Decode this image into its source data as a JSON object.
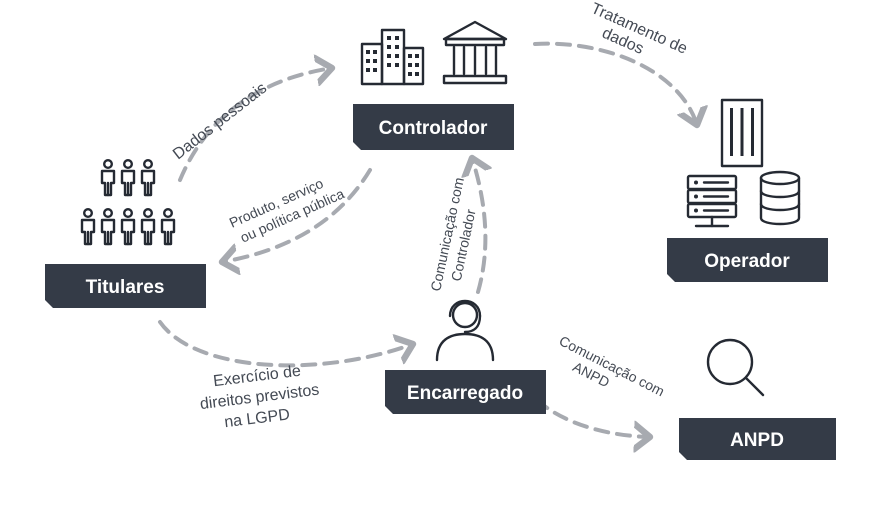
{
  "colors": {
    "box": "#343b47",
    "arrow": "#a7aab0",
    "icon": "#252a33",
    "text": "#444a54"
  },
  "nodes": {
    "controlador": "Controlador",
    "operador": "Operador",
    "titulares": "Titulares",
    "encarregado": "Encarregado",
    "anpd": "ANPD"
  },
  "edges": {
    "dados_pessoais": "Dados pessoais",
    "tratamento_line1": "Tratamento de",
    "tratamento_line2": "dados",
    "produto_line1": "Produto, serviço",
    "produto_line2": "ou política pública",
    "comunicacao_ctrl_line1": "Comunicação com",
    "comunicacao_ctrl_line2": "Controlador",
    "exercicio_line1": "Exercício de",
    "exercicio_line2": "direitos previstos",
    "exercicio_line3": "na LGPD",
    "comunicacao_anpd_line1": "Comunicação com",
    "comunicacao_anpd_line2": "ANPD"
  },
  "icons": {
    "controlador": [
      "buildings-icon",
      "bank-icon"
    ],
    "operador": [
      "office-tower-icon",
      "server-rack-icon",
      "database-icon"
    ],
    "titulares": "people-group-icon",
    "encarregado": "headset-agent-icon",
    "anpd": "magnifier-icon"
  }
}
